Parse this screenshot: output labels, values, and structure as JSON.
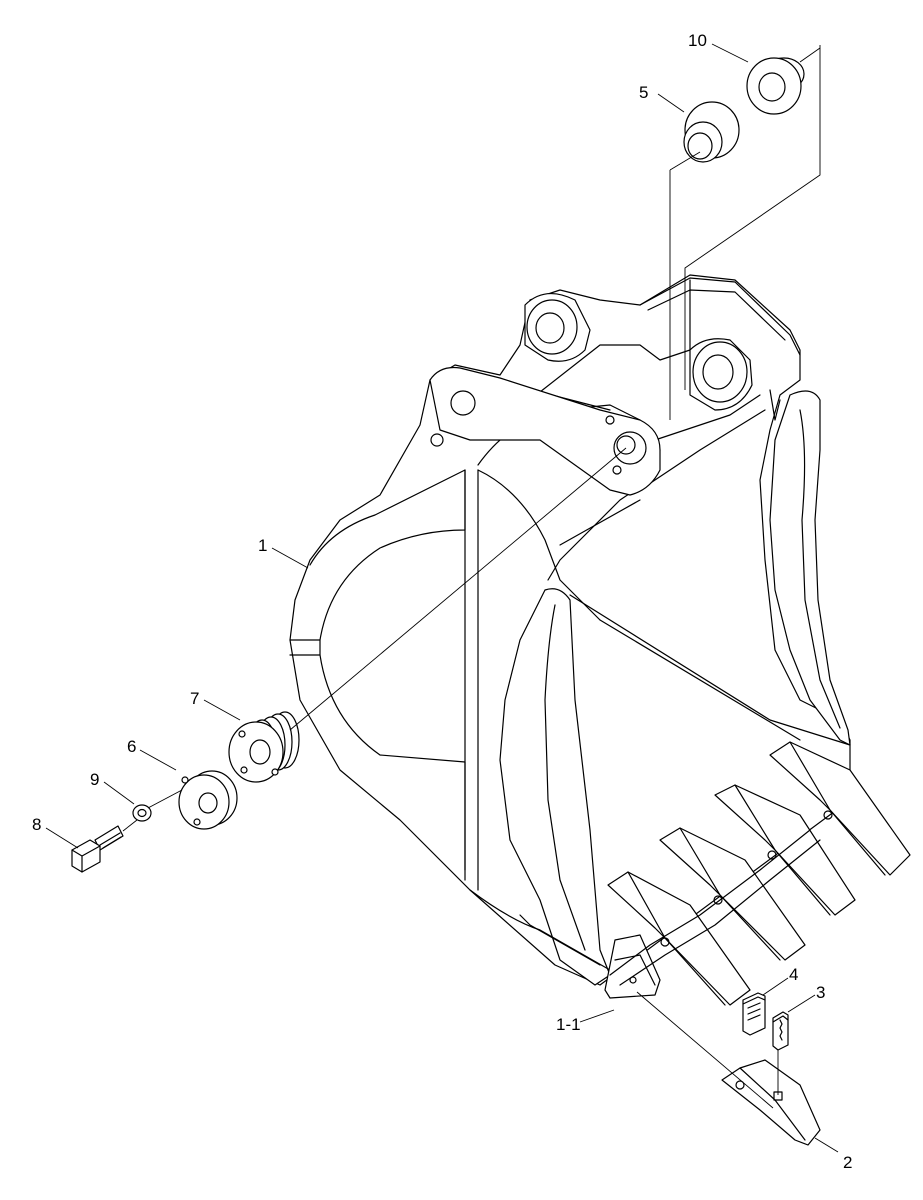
{
  "diagram": {
    "callouts": {
      "c1": "1",
      "c1_1": "1-1",
      "c2": "2",
      "c3": "3",
      "c4": "4",
      "c5": "5",
      "c6": "6",
      "c7": "7",
      "c8": "8",
      "c9": "9",
      "c10": "10"
    }
  }
}
